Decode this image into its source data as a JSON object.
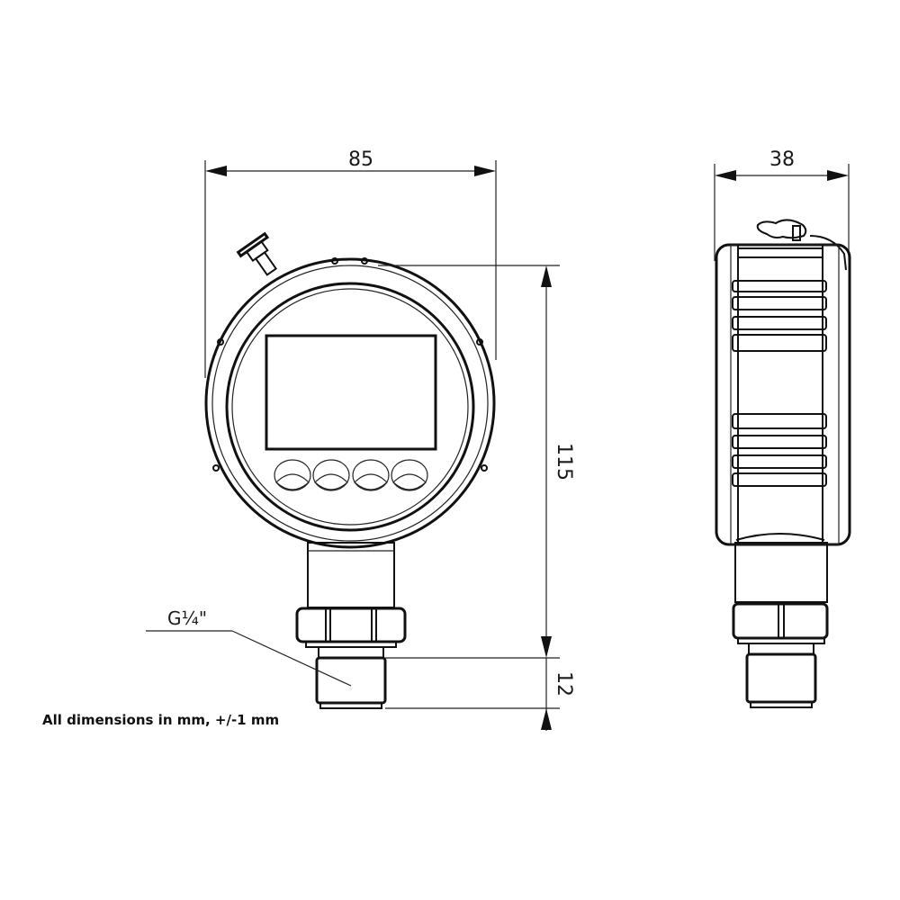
{
  "drawing": {
    "subject": "Digital pressure gauge dimensional drawing",
    "front_view": {
      "width_dimension": "85",
      "height_dimension": "115",
      "thread_length_dimension": "12",
      "thread_label": "G¼\"",
      "buttons_count": 4
    },
    "side_view": {
      "depth_dimension": "38"
    },
    "note": "All dimensions in mm, +/-1 mm",
    "colors": {
      "line": "#111111",
      "background": "#ffffff"
    }
  }
}
